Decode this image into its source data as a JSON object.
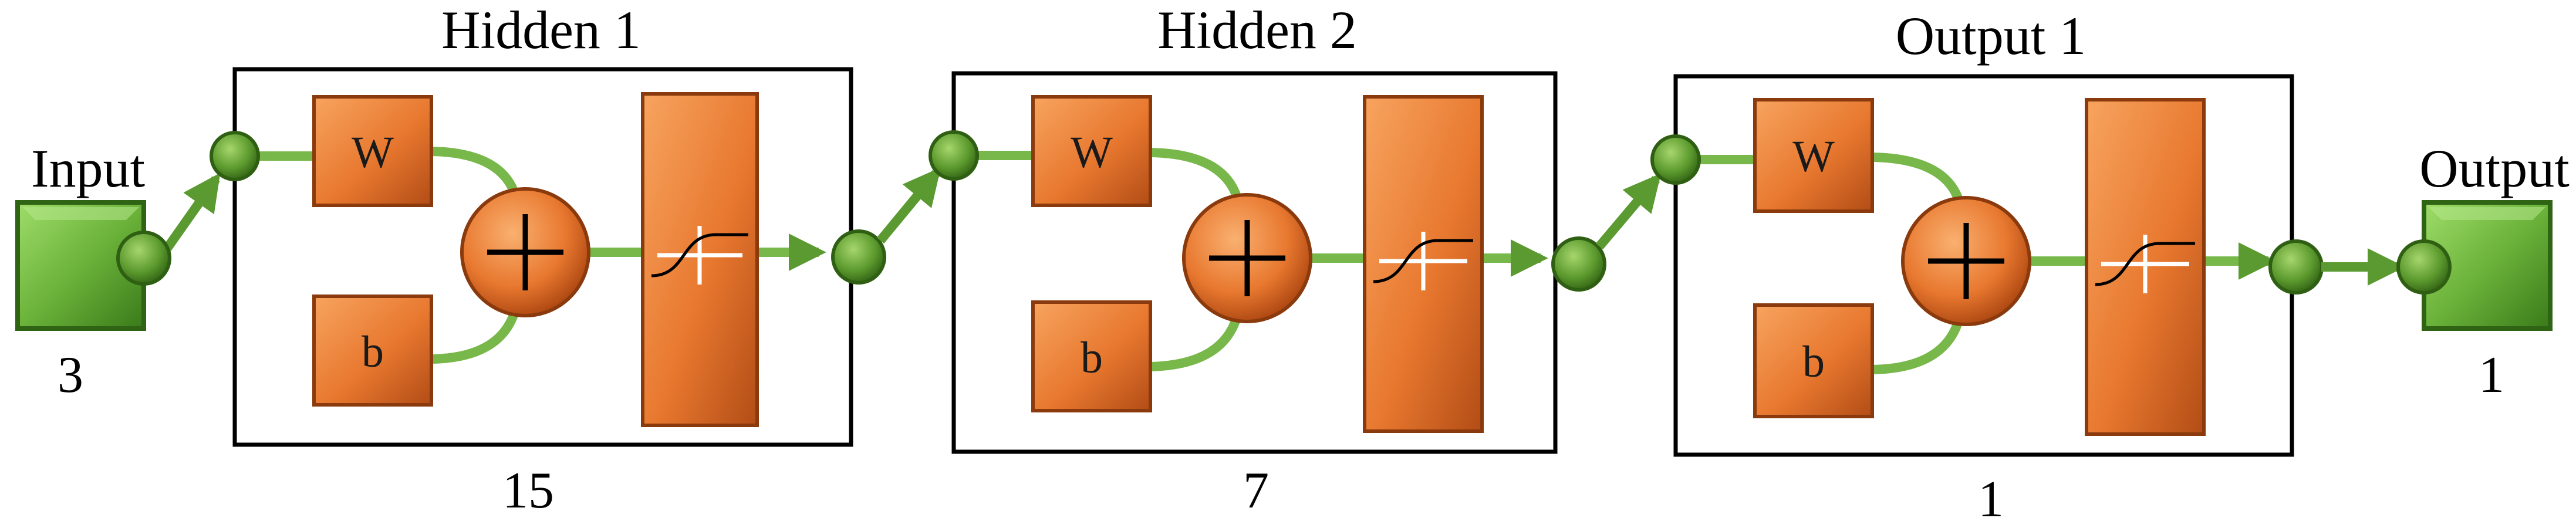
{
  "input": {
    "label": "Input",
    "size": "3"
  },
  "layers": [
    {
      "title": "Hidden 1",
      "size": "15",
      "weight": "W",
      "bias": "b"
    },
    {
      "title": "Hidden 2",
      "size": "7",
      "weight": "W",
      "bias": "b"
    },
    {
      "title": "Output 1",
      "size": "1",
      "weight": "W",
      "bias": "b"
    }
  ],
  "output": {
    "label": "Output",
    "size": "1"
  },
  "colors": {
    "box_border": "#000000",
    "orange": "#e8782f",
    "orange_dark": "#a8430f",
    "green_line": "#78b84a",
    "node_green": "#5c9a2e",
    "io_green": "#6bb33a",
    "io_green_dark": "#2f6414"
  }
}
